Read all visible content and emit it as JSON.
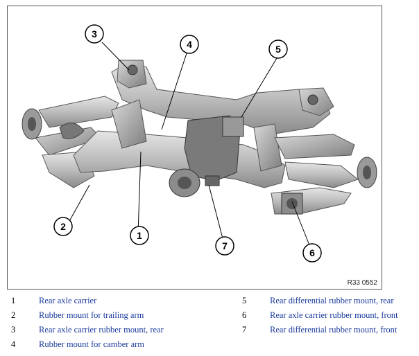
{
  "figure": {
    "code": "R33 0552",
    "callouts": [
      "3",
      "4",
      "5",
      "2",
      "1",
      "7",
      "6"
    ]
  },
  "legend": [
    {
      "num": "1",
      "text": "Rear axle carrier"
    },
    {
      "num": "2",
      "text": "Rubber mount for trailing arm"
    },
    {
      "num": "3",
      "text": "Rear axle carrier rubber mount, rear"
    },
    {
      "num": "4",
      "text": "Rubber mount for camber arm"
    },
    {
      "num": "5",
      "text": "Rear differential rubber mount, rear"
    },
    {
      "num": "6",
      "text": "Rear axle carrier rubber mount, front"
    },
    {
      "num": "7",
      "text": "Rear differential rubber mount, front"
    }
  ]
}
